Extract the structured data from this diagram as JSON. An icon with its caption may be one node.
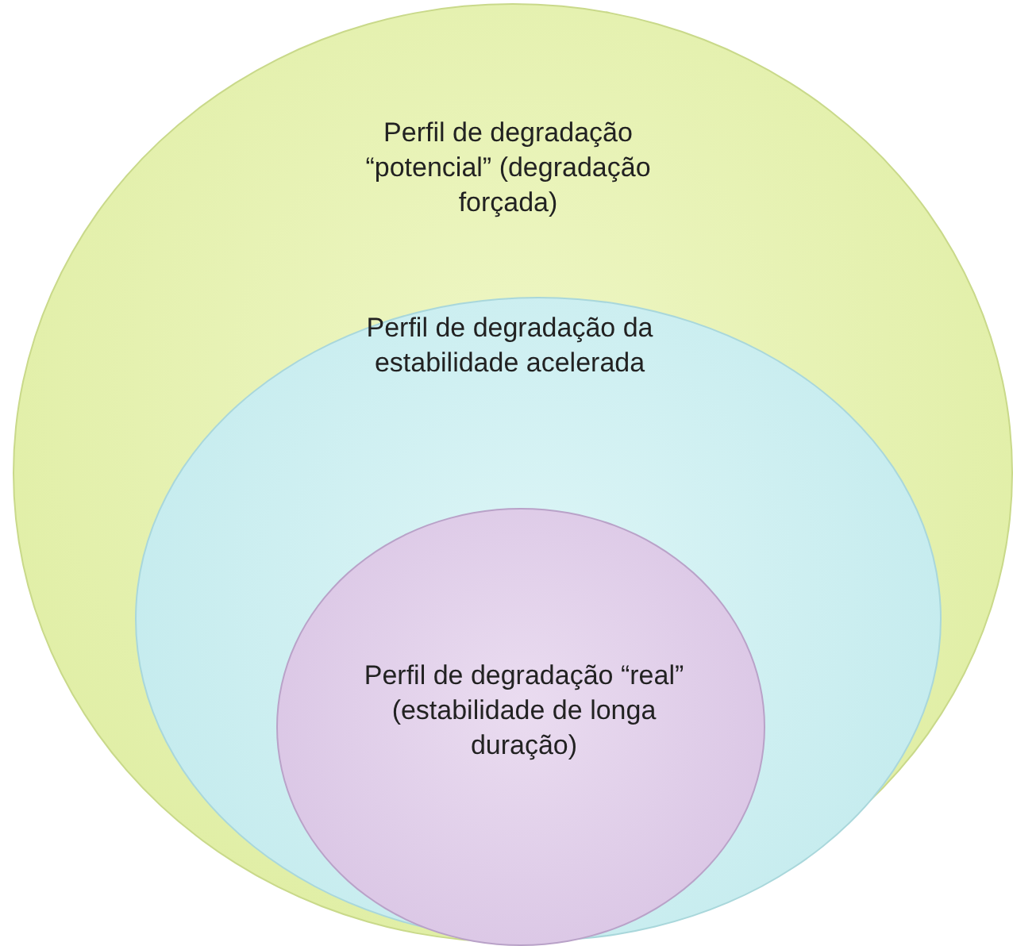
{
  "diagram": {
    "nodes": [
      {
        "text": [
          "Perfil de degradação “potencial” (degradação forçada)"
        ]
      },
      {
        "text": [
          "Perfil de degradação da estabilidade acelerada"
        ],
        "in": 0
      },
      {
        "text": [
          "Perfil de degradação “real” (estabilidade de longa duração)"
        ],
        "in": 1
      }
    ]
  }
}
